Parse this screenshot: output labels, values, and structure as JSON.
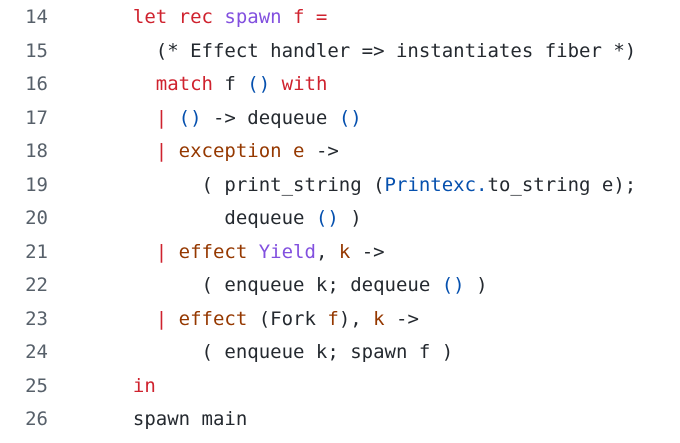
{
  "code": {
    "lines": [
      {
        "num": "14",
        "indent": "  ",
        "tokens": [
          {
            "t": "let rec ",
            "c": "kw"
          },
          {
            "t": "spawn ",
            "c": "fn"
          },
          {
            "t": "f =",
            "c": "kw"
          }
        ]
      },
      {
        "num": "15",
        "indent": "    ",
        "tokens": [
          {
            "t": "(* Effect handler => instantiates fiber *)",
            "c": "com"
          }
        ]
      },
      {
        "num": "16",
        "indent": "    ",
        "tokens": [
          {
            "t": "match ",
            "c": "kw"
          },
          {
            "t": "f ",
            "c": "plain"
          },
          {
            "t": "()",
            "c": "paren"
          },
          {
            "t": " with",
            "c": "kw"
          }
        ]
      },
      {
        "num": "17",
        "indent": "    ",
        "tokens": [
          {
            "t": "| ",
            "c": "pipe"
          },
          {
            "t": "()",
            "c": "paren"
          },
          {
            "t": " -> dequeue ",
            "c": "plain"
          },
          {
            "t": "()",
            "c": "paren"
          }
        ]
      },
      {
        "num": "18",
        "indent": "    ",
        "tokens": [
          {
            "t": "| ",
            "c": "pipe"
          },
          {
            "t": "exception ",
            "c": "ex"
          },
          {
            "t": "e",
            "c": "var"
          },
          {
            "t": " ->",
            "c": "plain"
          }
        ]
      },
      {
        "num": "19",
        "indent": "        ",
        "tokens": [
          {
            "t": "( print_string (",
            "c": "plain"
          },
          {
            "t": "Printexc.",
            "c": "mod"
          },
          {
            "t": "to_string e);",
            "c": "plain"
          }
        ]
      },
      {
        "num": "20",
        "indent": "          ",
        "tokens": [
          {
            "t": "dequeue ",
            "c": "plain"
          },
          {
            "t": "()",
            "c": "paren"
          },
          {
            "t": " )",
            "c": "plain"
          }
        ]
      },
      {
        "num": "21",
        "indent": "    ",
        "tokens": [
          {
            "t": "| ",
            "c": "pipe"
          },
          {
            "t": "effect ",
            "c": "eff"
          },
          {
            "t": "Yield",
            "c": "fn"
          },
          {
            "t": ", ",
            "c": "plain"
          },
          {
            "t": "k",
            "c": "var"
          },
          {
            "t": " ->",
            "c": "plain"
          }
        ]
      },
      {
        "num": "22",
        "indent": "        ",
        "tokens": [
          {
            "t": "( enqueue k; dequeue ",
            "c": "plain"
          },
          {
            "t": "()",
            "c": "paren"
          },
          {
            "t": " )",
            "c": "plain"
          }
        ]
      },
      {
        "num": "23",
        "indent": "    ",
        "tokens": [
          {
            "t": "| ",
            "c": "pipe"
          },
          {
            "t": "effect ",
            "c": "eff"
          },
          {
            "t": "(Fork ",
            "c": "plain"
          },
          {
            "t": "f",
            "c": "var"
          },
          {
            "t": "), ",
            "c": "plain"
          },
          {
            "t": "k",
            "c": "var"
          },
          {
            "t": " ->",
            "c": "plain"
          }
        ]
      },
      {
        "num": "24",
        "indent": "        ",
        "tokens": [
          {
            "t": "( enqueue k; spawn f )",
            "c": "plain"
          }
        ]
      },
      {
        "num": "25",
        "indent": "  ",
        "tokens": [
          {
            "t": "in",
            "c": "kw"
          }
        ]
      },
      {
        "num": "26",
        "indent": "  ",
        "tokens": [
          {
            "t": "spawn main",
            "c": "plain"
          }
        ]
      }
    ]
  }
}
